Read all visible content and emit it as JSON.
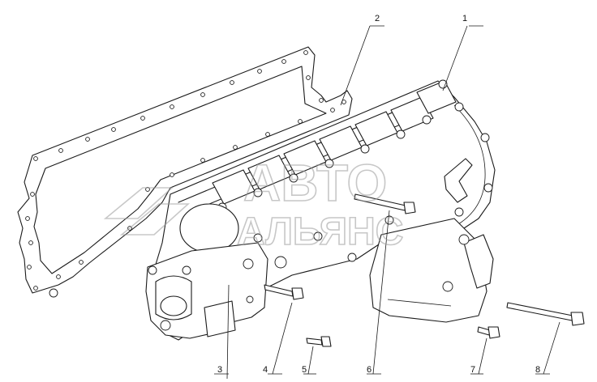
{
  "callouts": [
    {
      "id": "1",
      "label": "1"
    },
    {
      "id": "2",
      "label": "2"
    },
    {
      "id": "3",
      "label": "3"
    },
    {
      "id": "4",
      "label": "4"
    },
    {
      "id": "5",
      "label": "5"
    },
    {
      "id": "6",
      "label": "6"
    },
    {
      "id": "7",
      "label": "7"
    },
    {
      "id": "8",
      "label": "8"
    }
  ],
  "watermark": {
    "line1": "АВТО",
    "line2": "АЛЬЯНС"
  }
}
